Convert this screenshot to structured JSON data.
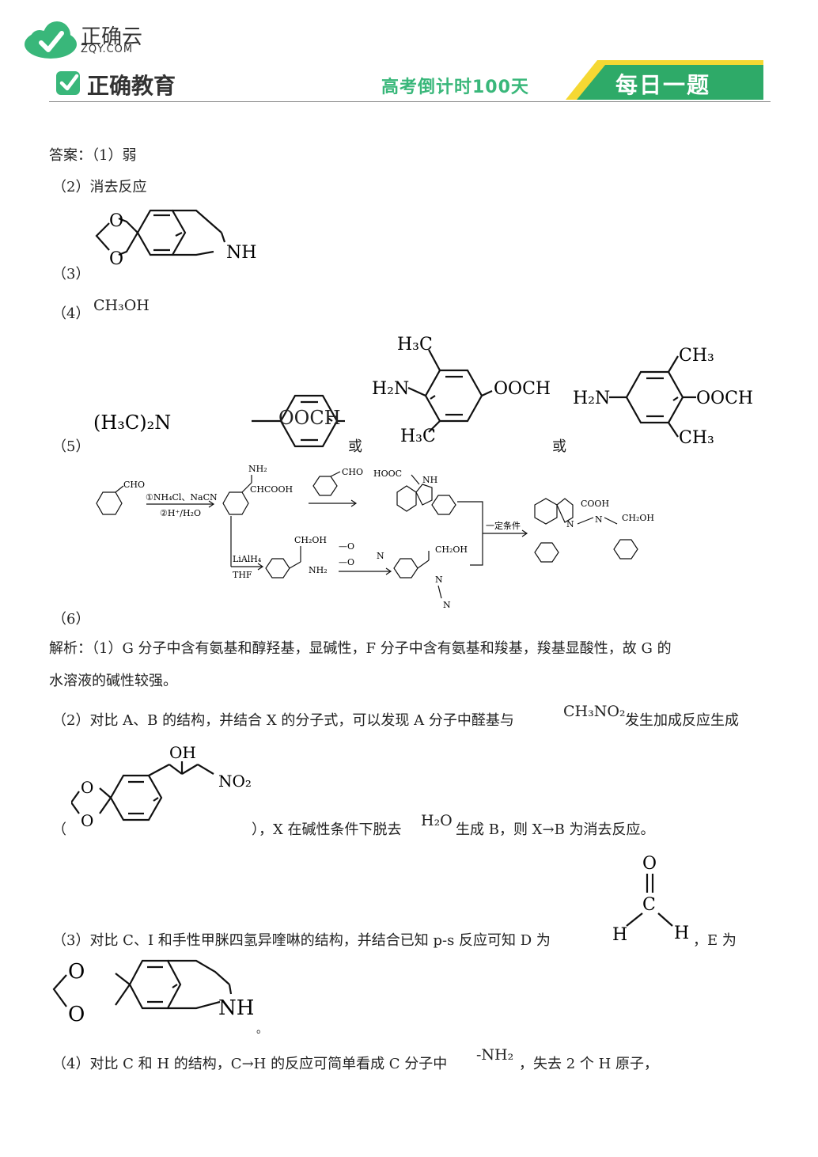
{
  "header": {
    "brand_name": "正确云",
    "brand_url": "ZQY.COM",
    "edu_name": "正确教育",
    "countdown": "高考倒计时100天",
    "banner": "每日一题"
  },
  "colors": {
    "green": "#39b77a",
    "banner_green": "#2eaa68",
    "yellow": "#f5d833",
    "text": "#222222"
  },
  "answers": {
    "a1": "答案：（1）弱",
    "a2": "（2）消去反应",
    "a3": "（3）",
    "a4_label": "（4）",
    "a4_formula": "CH₃OH",
    "a5": "（5）",
    "or1": "或",
    "or2": "或",
    "a6": "（6）"
  },
  "structures": {
    "NH": "NH",
    "O": "O",
    "OOCH": "OOCH",
    "H2N": "H₂N",
    "H3C": "H₃C",
    "CH3": "CH₃",
    "H3C2N": "(H₃C)₂N",
    "NO2": "NO₂",
    "OH": "OH",
    "C": "C",
    "H": "H"
  },
  "scheme": {
    "cho": "CHO",
    "reagent1": "①NH₄Cl、NaCN",
    "reagent2": "②H⁺/H₂O",
    "nh2": "NH₂",
    "chcooh": "CHCOOH",
    "cho2": "CHO",
    "hooc": "HOOC",
    "nh": "NH",
    "lialh4": "LiAlH₄",
    "thf": "THF",
    "ch2oh": "CH₂OH",
    "nh2b": "NH₂",
    "dmf_o1": "—O",
    "dmf_o2": "—O",
    "dmf_n": "N",
    "ch2oh2": "CH₂OH",
    "n_imine": "N",
    "n_dim": "N",
    "cond": "一定条件",
    "cooh": "COOH",
    "n_ring": "N",
    "n_link": "N",
    "ch2oh3": "CH₂OH"
  },
  "explanation": {
    "e1a": "解析：（1）G 分子中含有氨基和醇羟基，显碱性，F 分子中含有氨基和羧基，羧基显酸性，故 G 的",
    "e1b": "水溶液的碱性较强。",
    "e2a": "（2）对比 A、B 的结构，并结合 X 的分子式，可以发现 A 分子中醛基与",
    "e2_formula": "CH₃NO₂",
    "e2b": "发生加成反应生成",
    "e2c_open": "（",
    "e2c": "），X 在碱性条件下脱去",
    "e2_h2o": "H₂O",
    "e2d": "生成 B，则 X→B 为消去反应。",
    "e3a": "（3）对比 C、I 和手性甲脒四氢异喹啉的结构，并结合已知 p-s 反应可知 D 为",
    "e3b": "，E 为",
    "e3c": "。",
    "e4a": "（4）对比 C 和 H 的结构，C→H 的反应可简单看成 C 分子中",
    "e4_formula": "-NH₂",
    "e4b": "，失去 2 个 H 原子，"
  }
}
